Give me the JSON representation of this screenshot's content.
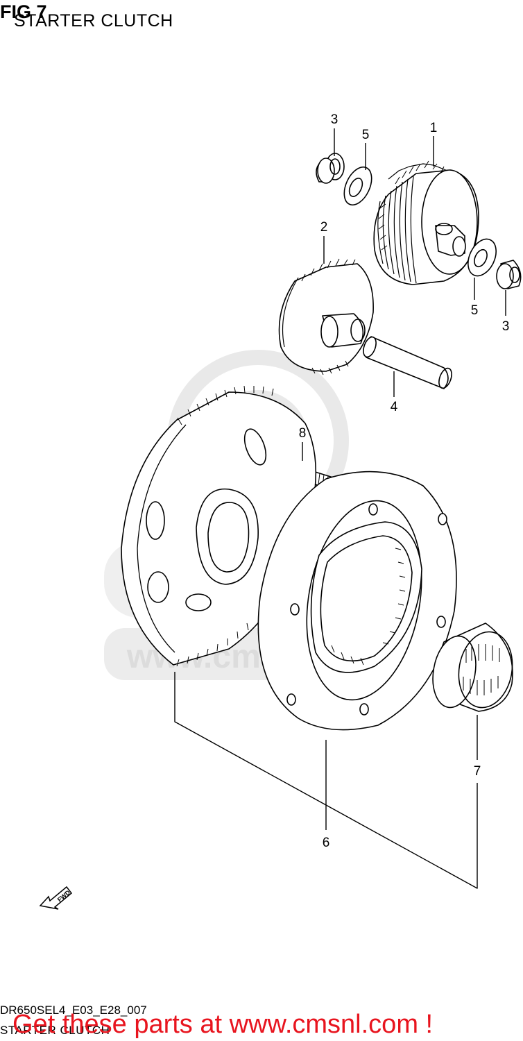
{
  "header": {
    "fig_label": "FIG 7",
    "title": "STARTER CLUTCH"
  },
  "watermark": {
    "text": "www.cmsnl.com",
    "logo_text": "cms"
  },
  "callouts": {
    "c1": "1",
    "c2": "2",
    "c3a": "3",
    "c3b": "3",
    "c4": "4",
    "c5a": "5",
    "c5b": "5",
    "c6": "6",
    "c7": "7",
    "c8": "8"
  },
  "fwd_label": "FWD",
  "footer": {
    "code": "DR650SEL4_E03_E28_007",
    "subtitle": "STARTER CLUTCH",
    "promo": "Get these parts at www.cmsnl.com !"
  },
  "colors": {
    "promo": "#e8141e",
    "watermark": "#e9e9e9",
    "line": "#000000"
  }
}
